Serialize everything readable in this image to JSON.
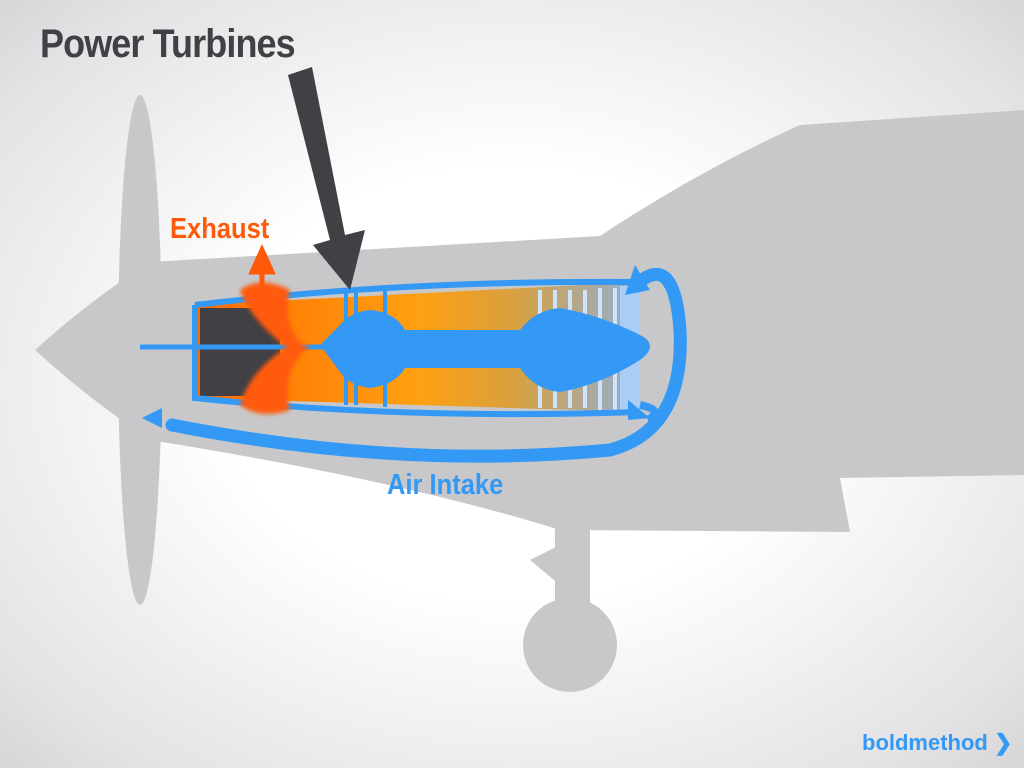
{
  "labels": {
    "title": "Power Turbines",
    "exhaust": "Exhaust",
    "air_intake": "Air Intake"
  },
  "logo": {
    "text": "boldmethod",
    "chevron": "❯"
  },
  "colors": {
    "airplane": "#c8c8ca",
    "air_flow": "#3399f5",
    "exhaust": "#ff5a0a",
    "hot_section": "#ff9a10",
    "exhaust_duct": "#404045",
    "arrow": "#404045"
  }
}
